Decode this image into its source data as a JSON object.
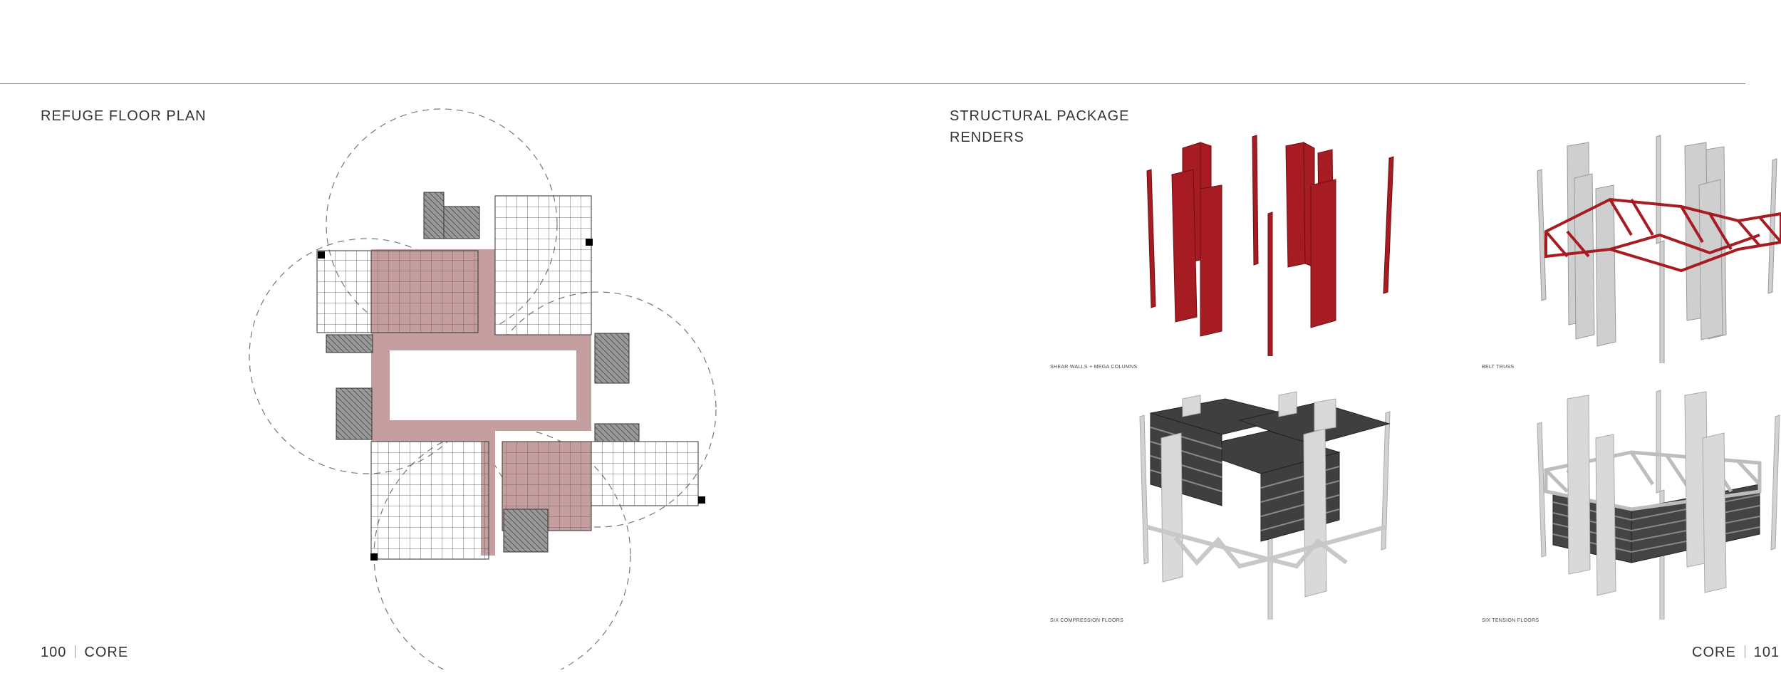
{
  "left_page": {
    "title": "REFUGE FLOOR PLAN",
    "page_number": "100",
    "section": "CORE"
  },
  "right_page": {
    "title_line1": "STRUCTURAL PACKAGE",
    "title_line2": "RENDERS",
    "page_number": "101",
    "section": "CORE",
    "renders": [
      {
        "caption": "SHEAR WALLS + MEGA COLUMNS"
      },
      {
        "caption": "BELT TRUSS"
      },
      {
        "caption": "SIX COMPRESSION FLOORS"
      },
      {
        "caption": "SIX TENSION FLOORS"
      }
    ]
  },
  "colors": {
    "rule": "#8c8c8c",
    "refuge_pink": "#c59f9f",
    "structure_red": "#a61c22",
    "concrete_grey": "#cfcfcf",
    "floor_dark": "#4a4a4a"
  }
}
